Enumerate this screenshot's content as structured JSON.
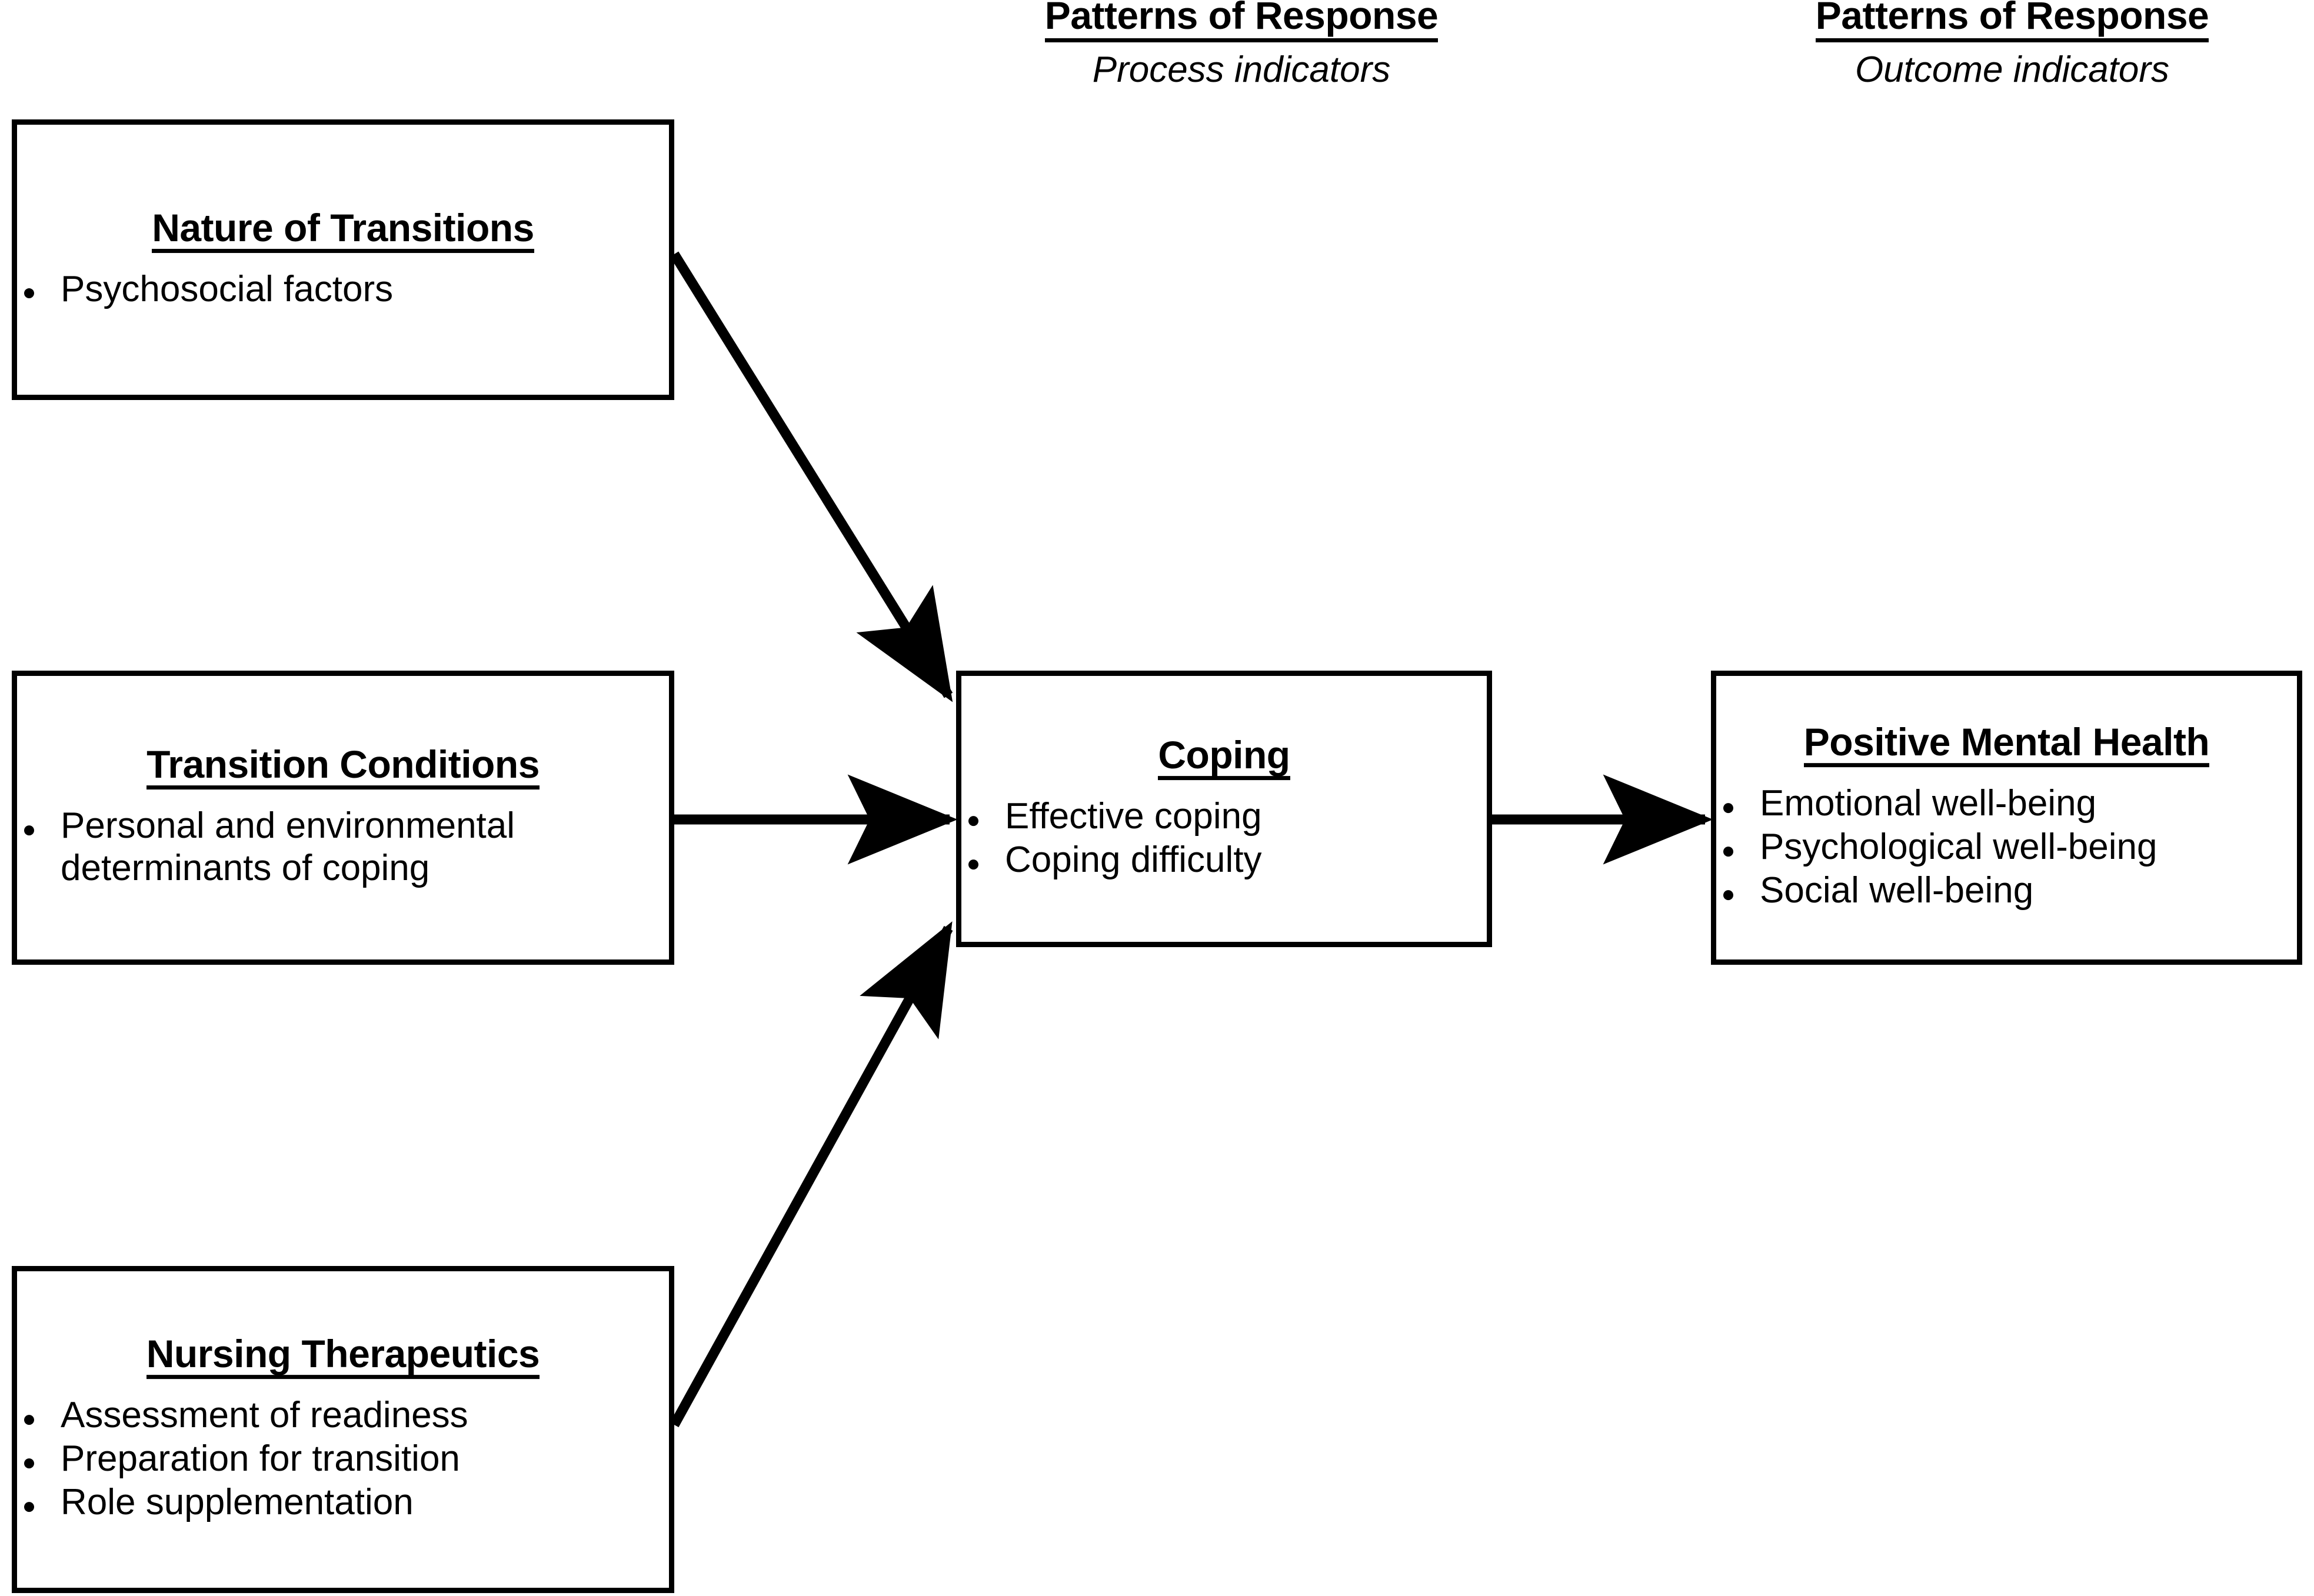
{
  "diagram": {
    "title": "Transitions Theory conceptual framework",
    "type": "flow-diagram",
    "background_color": "#ffffff",
    "line_color": "#000000"
  },
  "headers": [
    {
      "main": "Patterns of Response",
      "sub": "Process indicators"
    },
    {
      "main": "Patterns of Response",
      "sub": "Outcome indicators"
    }
  ],
  "nodes": [
    {
      "id": "nature-of-transitions",
      "title": "Nature of Transitions",
      "bullets": [
        "Psychosocial factors"
      ]
    },
    {
      "id": "transition-conditions",
      "title": "Transition Conditions",
      "bullets": [
        "Personal and environmental determinants of coping"
      ]
    },
    {
      "id": "nursing-therapeutics",
      "title": "Nursing Therapeutics",
      "bullets": [
        "Assessment of readiness",
        "Preparation for transition",
        "Role supplementation"
      ]
    },
    {
      "id": "coping",
      "title": "Coping",
      "bullets": [
        "Effective coping",
        "Coping difficulty"
      ]
    },
    {
      "id": "positive-mental-health",
      "title": "Positive Mental Health",
      "bullets": [
        "Emotional well-being",
        "Psychological well-being",
        "Social well-being"
      ]
    }
  ],
  "connections": [
    {
      "from": "nature-of-transitions",
      "to": "coping",
      "style": "diagonal-down-arrow"
    },
    {
      "from": "transition-conditions",
      "to": "coping",
      "style": "horizontal-arrow"
    },
    {
      "from": "nursing-therapeutics",
      "to": "coping",
      "style": "diagonal-up-arrow"
    },
    {
      "from": "coping",
      "to": "positive-mental-health",
      "style": "horizontal-arrow"
    }
  ]
}
